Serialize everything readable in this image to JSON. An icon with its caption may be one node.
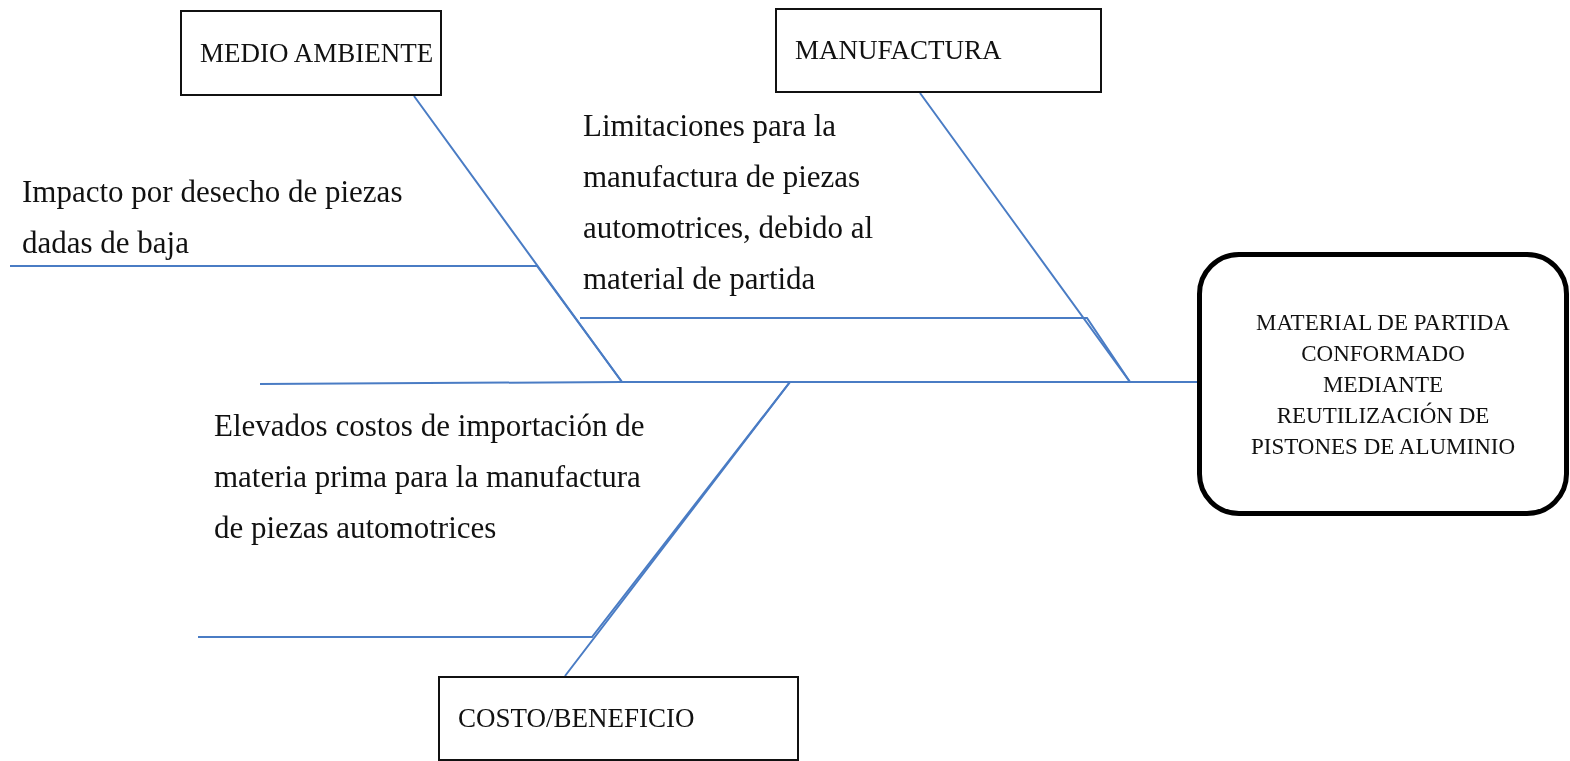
{
  "diagram": {
    "nodes": [
      {
        "text": [
          "MEDIO AMBIENTE"
        ]
      },
      {
        "text": [
          "MANUFACTURA"
        ]
      },
      {
        "text": [
          "Impacto por desecho de piezas dadas de baja"
        ]
      },
      {
        "text": [
          "Limitaciones para la manufactura de piezas automotrices, debido al material de partida"
        ]
      },
      {
        "text": [
          "Elevados costos de importación de materia prima para la manufactura de piezas automotrices"
        ]
      },
      {
        "text": [
          "COSTO/BENEFICIO"
        ]
      },
      {
        "text": [
          "MATERIAL DE PARTIDA CONFORMADO MEDIANTE REUTILIZACIÓN DE PISTONES DE ALUMINIO"
        ]
      }
    ],
    "edges": [
      {
        "from": 0,
        "to": 6,
        "arrow": "none"
      },
      {
        "from": 1,
        "to": 6,
        "arrow": "none"
      },
      {
        "from": 5,
        "to": 6,
        "arrow": "none"
      },
      {
        "from": 2,
        "to": 6,
        "arrow": "none"
      },
      {
        "from": 3,
        "to": 6,
        "arrow": "none"
      },
      {
        "from": 4,
        "to": 6,
        "arrow": "none"
      }
    ]
  }
}
